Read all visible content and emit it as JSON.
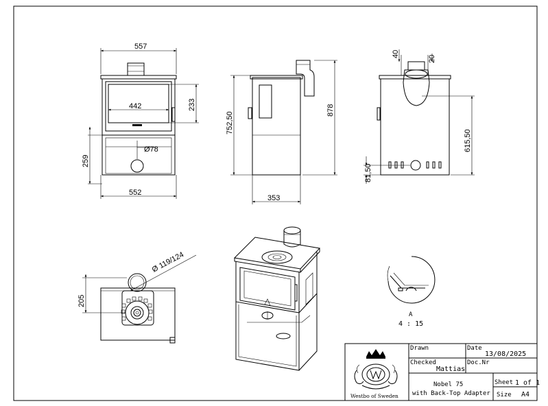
{
  "views": {
    "front": {
      "dims": {
        "overall_width": "557",
        "glass_width": "442",
        "glass_height": "233",
        "pipe_diameter": "Ø78",
        "base_height": "259",
        "base_width": "552"
      }
    },
    "side": {
      "dims": {
        "body_height": "752,50",
        "total_height": "878",
        "depth": "353"
      }
    },
    "back": {
      "dims": {
        "top_offset_a": "40",
        "top_offset_b": "20",
        "inlet_height": "615,50",
        "lower_offset": "81,50"
      }
    },
    "top": {
      "dims": {
        "flue_diameter": "Ø 119/124",
        "depth_offset": "205"
      }
    },
    "detail": {
      "label": "A",
      "scale": "4 : 15"
    }
  },
  "title_block": {
    "logo_text": "Westbo of Sweden",
    "drawn_label": "Drawn",
    "drawn_value": "",
    "date_label": "Date",
    "date_value": "13/08/2025",
    "checked_label": "Checked",
    "checked_value": "Mattias",
    "docnr_label": "Doc.Nr",
    "docnr_value": "",
    "title_line1": "Nobel 75",
    "title_line2": "with Back-Top Adapter",
    "sheet_label": "Sheet",
    "sheet_value": "1 of 1",
    "size_label": "Size",
    "size_value": "A4"
  }
}
